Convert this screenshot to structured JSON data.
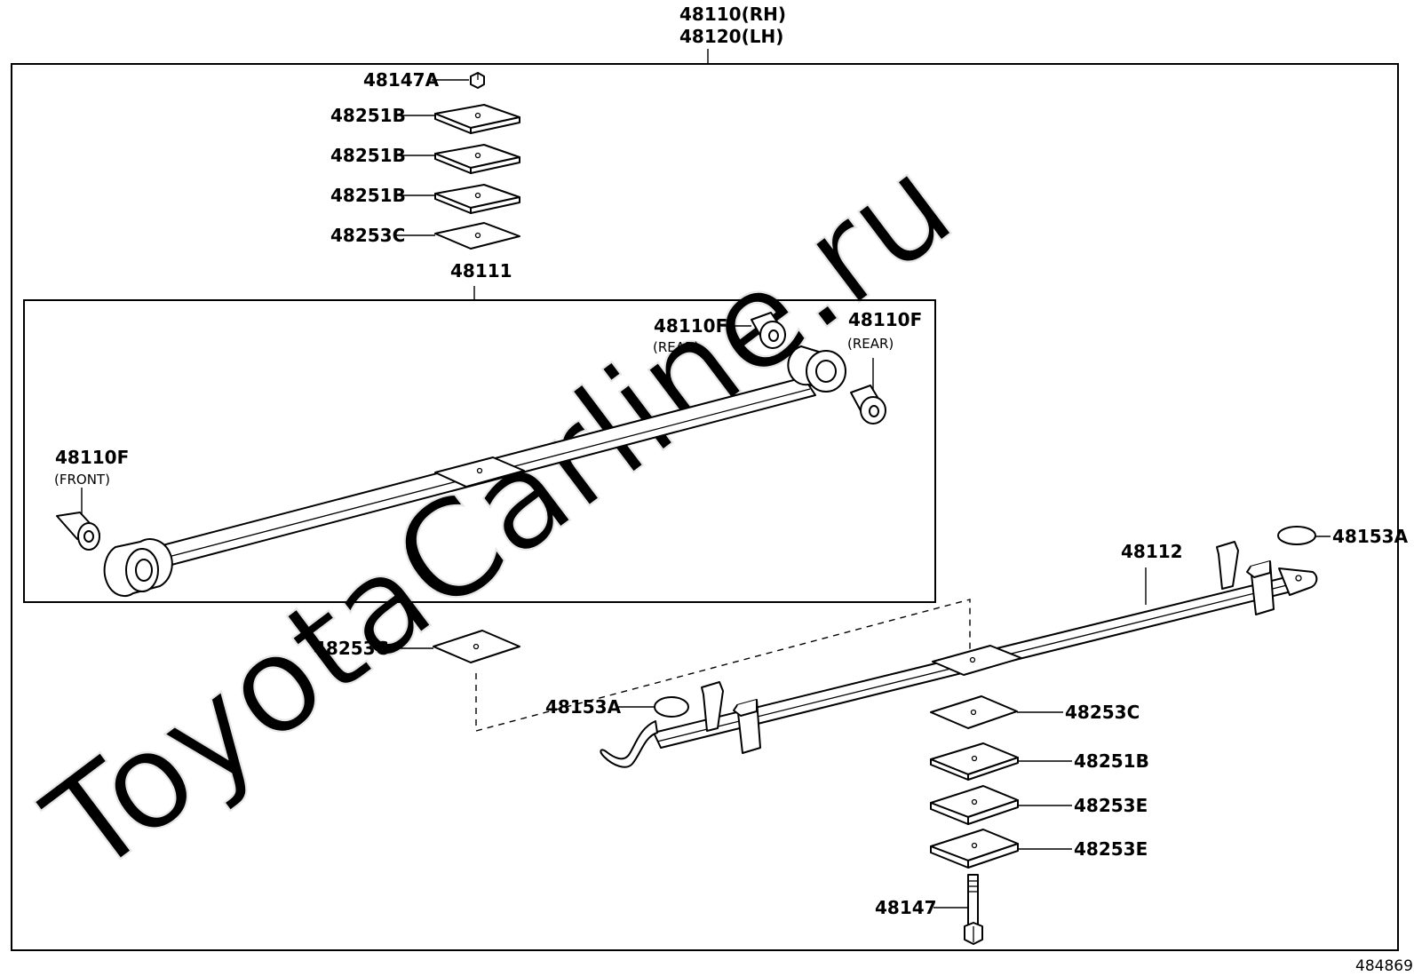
{
  "watermark": "ToyotaCarline.ru",
  "figure_number": "484869",
  "assembly": {
    "rh_label": "48110(RH)",
    "lh_label": "48120(LH)"
  },
  "parts": {
    "p48147a": "48147A",
    "p48251b_1": "48251B",
    "p48251b_2": "48251B",
    "p48251b_3": "48251B",
    "p48253c_top": "48253C",
    "p48111": "48111",
    "p48110f_rear1": "48110F",
    "rear1_note": "(REAR)",
    "p48110f_rear2": "48110F",
    "rear2_note": "(REAR)",
    "p48110f_front": "48110F",
    "front_note": "(FRONT)",
    "p48253c_left": "48253C",
    "p48153a_mid": "48153A",
    "p48153a_right": "48153A",
    "p48112": "48112",
    "p48253c_low": "48253C",
    "p48251b_low": "48251B",
    "p48253e_1": "48253E",
    "p48253e_2": "48253E",
    "p48147": "48147"
  }
}
